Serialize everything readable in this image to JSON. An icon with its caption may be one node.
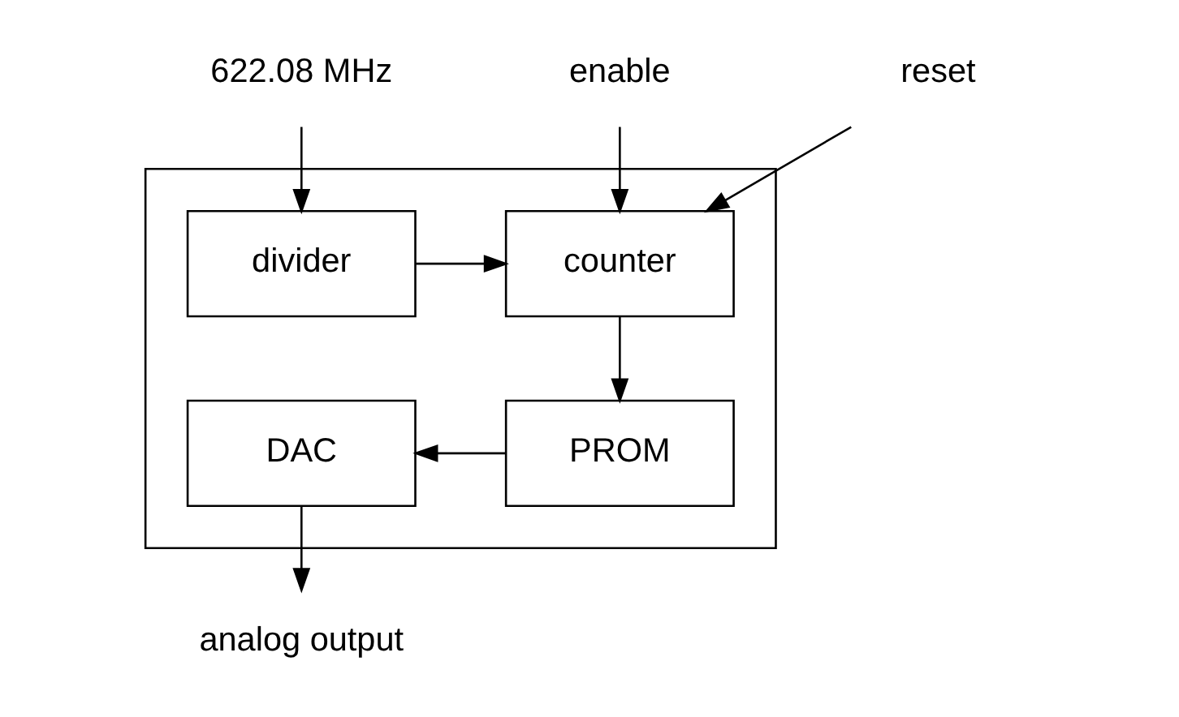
{
  "diagram": {
    "nodes": [
      {
        "text": [
          "enable"
        ]
      },
      {
        "text": [
          "reset"
        ]
      },
      {
        "text": [],
        "shape": "box"
      },
      {
        "text": [
          "622.08 MHz"
        ]
      },
      {
        "text": [
          "divider"
        ],
        "in": 2
      },
      {
        "text": [
          "counter"
        ],
        "in": 2
      },
      {
        "text": [
          "analog output"
        ]
      },
      {
        "text": [
          "DAC"
        ],
        "in": 2
      },
      {
        "text": [
          "PROM"
        ],
        "in": 2
      }
    ],
    "edges": [
      {
        "from": 3,
        "to": 4,
        "arrow": "to"
      },
      {
        "from": 4,
        "to": 5,
        "arrow": "to"
      },
      {
        "from": 0,
        "to": 5,
        "arrow": "to"
      },
      {
        "from": 1,
        "to": 5,
        "arrow": "to"
      },
      {
        "from": 5,
        "to": 8,
        "arrow": "to"
      },
      {
        "from": 8,
        "to": 7,
        "arrow": "to"
      },
      {
        "from": 7,
        "to": 6,
        "arrow": "to"
      }
    ]
  }
}
